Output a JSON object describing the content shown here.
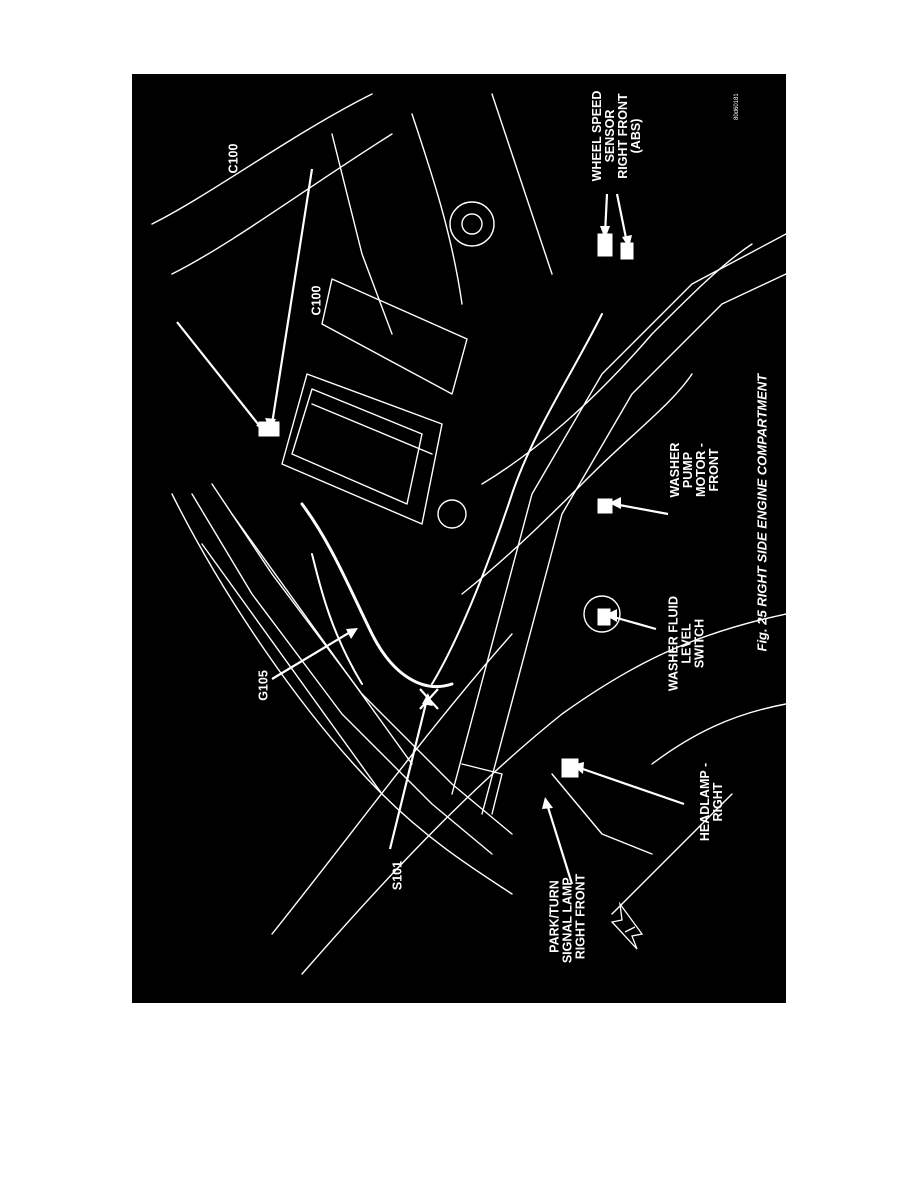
{
  "figure": {
    "caption": "Fig. 25 RIGHT SIDE ENGINE COMPARTMENT",
    "code": "80d60181",
    "background": "#000000",
    "line_color": "#ffffff"
  },
  "labels": {
    "wheel_speed": "WHEEL SPEED\nSENSOR\nRIGHT FRONT\n(ABS)",
    "c100_top": "C100",
    "c100_mid": "C100",
    "washer_pump": "WASHER\nPUMP\nMOTOR -\nFRONT",
    "washer_fluid": "WASHER FLUID\nLEVEL\nSWITCH",
    "g105": "G105",
    "s101": "S101",
    "headlamp": "HEADLAMP -\nRIGHT",
    "park_turn": "PARK/TURN\nSIGNAL LAMP -\nRIGHT FRONT"
  },
  "icons": [
    "arrow-icon",
    "forward-direction-icon"
  ]
}
